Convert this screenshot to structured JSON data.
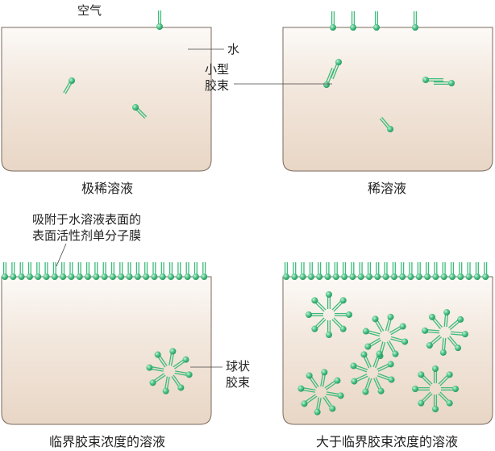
{
  "labels": {
    "air": "空气",
    "water": "水",
    "small_micelle_1": "小型",
    "small_micelle_2": "胶束",
    "monolayer_1": "吸附于水溶液表面的",
    "monolayer_2": "表面活性剂单分子膜",
    "spherical_micelle_1": "球状",
    "spherical_micelle_2": "胶束"
  },
  "captions": {
    "panel1": "极稀溶液",
    "panel2": "稀溶液",
    "panel3": "临界胶束浓度的溶液",
    "panel4": "大于临界胶束浓度的溶液"
  },
  "colors": {
    "surfactant": "#3dbb7a",
    "water_top": "#fbf8f4",
    "water_bottom": "#ead9c9",
    "outline": "#7a6a5e"
  }
}
